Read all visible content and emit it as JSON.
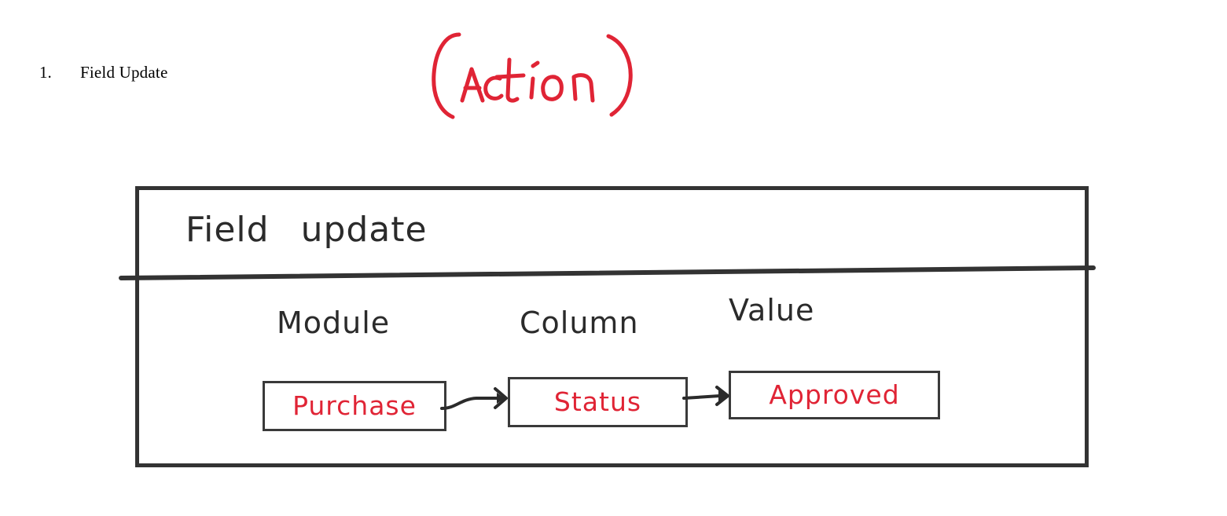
{
  "page": {
    "background_color": "#ffffff",
    "ink_black": "#2b2b2b",
    "ink_red": "#e02435",
    "frame_color": "#333333"
  },
  "list": {
    "marker": "1.",
    "label": "Field Update"
  },
  "annotation": {
    "text": "(Action)",
    "open_paren": "(",
    "word": "Action",
    "close_paren": ")",
    "color": "#e02435"
  },
  "panel": {
    "heading_first": "Field",
    "heading_second": "update",
    "heading_full": "Field update",
    "captions": [
      {
        "name": "module",
        "label": "Module"
      },
      {
        "name": "column",
        "label": "Column"
      },
      {
        "name": "value",
        "label": "Value"
      }
    ],
    "flow": {
      "boxes": [
        {
          "name": "module",
          "value": "Purchase"
        },
        {
          "name": "column",
          "value": "Status"
        },
        {
          "name": "value",
          "value": "Approved"
        }
      ],
      "connectors": [
        {
          "name": "purchase-to-status",
          "glyph": "arrow-right-icon"
        },
        {
          "name": "status-to-approved",
          "glyph": "arrow-right-icon"
        }
      ]
    }
  }
}
